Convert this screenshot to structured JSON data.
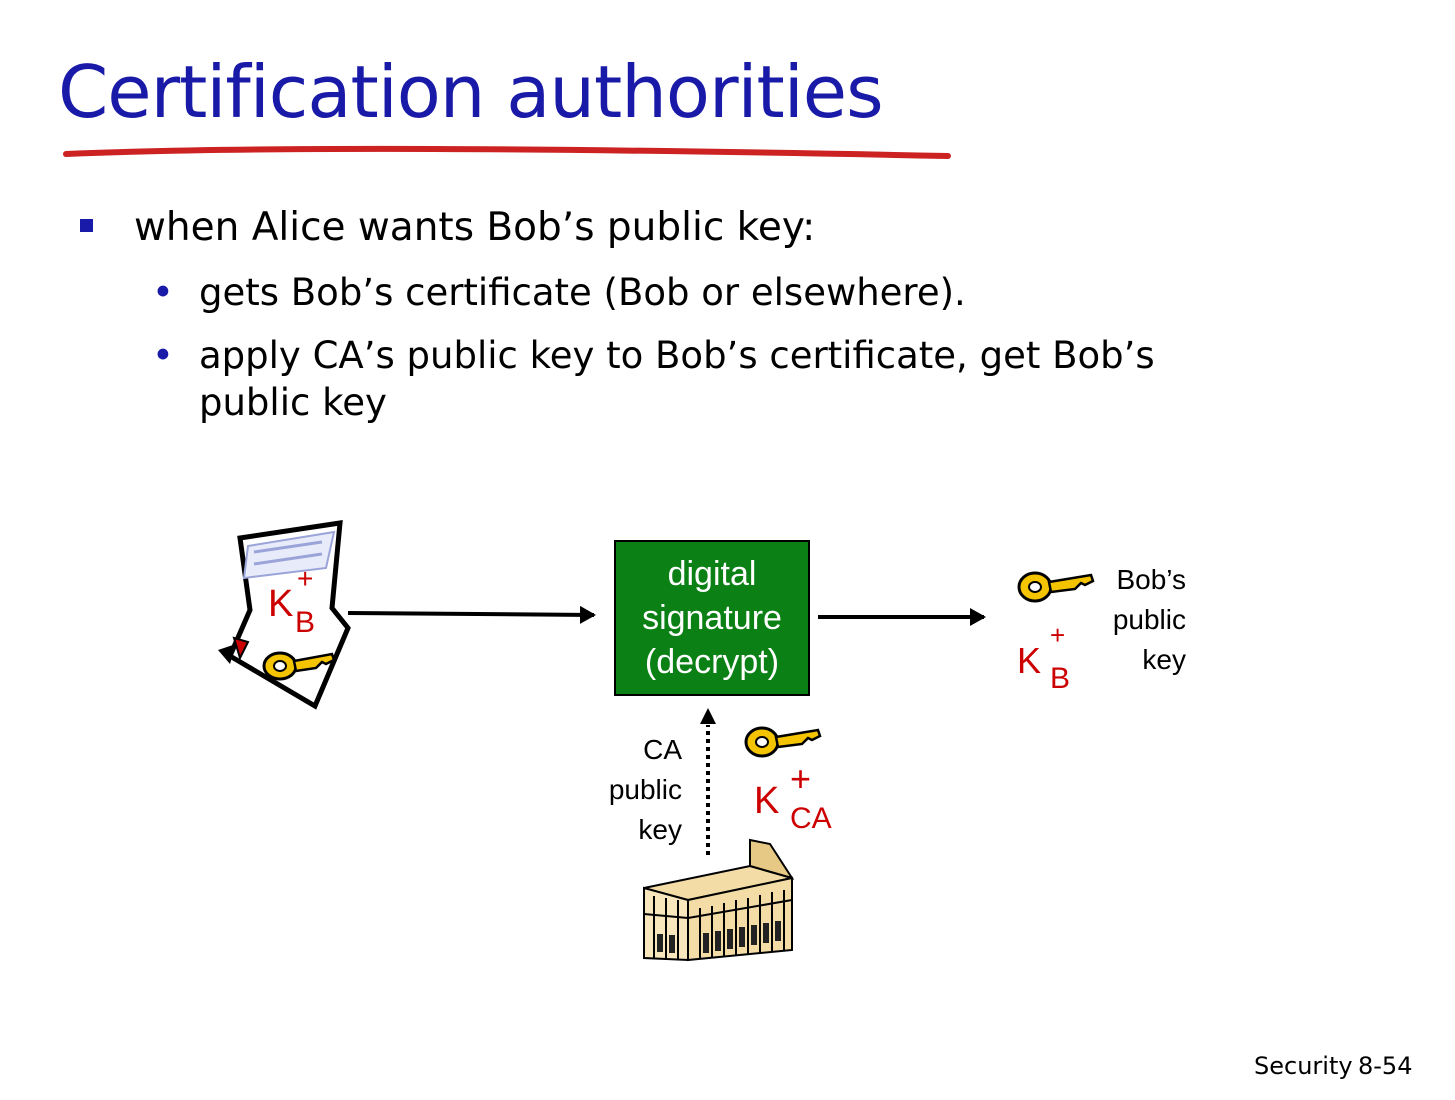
{
  "title": "Certification authorities",
  "bullets": {
    "main": "when Alice wants Bob’s public key:",
    "sub": [
      "gets Bob’s certificate (Bob or elsewhere).",
      "apply CA’s public key to Bob’s certificate, get Bob’s",
      "public key"
    ],
    "sub_marker": "•"
  },
  "diagram": {
    "certificate_key": {
      "k": "K",
      "sup": "+",
      "sub": "B"
    },
    "box_lines": [
      "digital",
      "signature",
      "(decrypt)"
    ],
    "bob_key_label": [
      "Bob’s",
      "public",
      "key"
    ],
    "bob_key": {
      "k": "K",
      "sup": "+",
      "sub": "B"
    },
    "ca_key_label": [
      "CA",
      "public",
      "key"
    ],
    "ca_key": {
      "k": "K",
      "sup": "+",
      "sub": "CA"
    }
  },
  "footer": {
    "section": "Security",
    "page": "8-54"
  },
  "colors": {
    "title": "#1a1aa8",
    "underline": "#cc2222",
    "box": "#0b8014",
    "key_text": "#cc0000",
    "key_fill": "#f5c400"
  }
}
